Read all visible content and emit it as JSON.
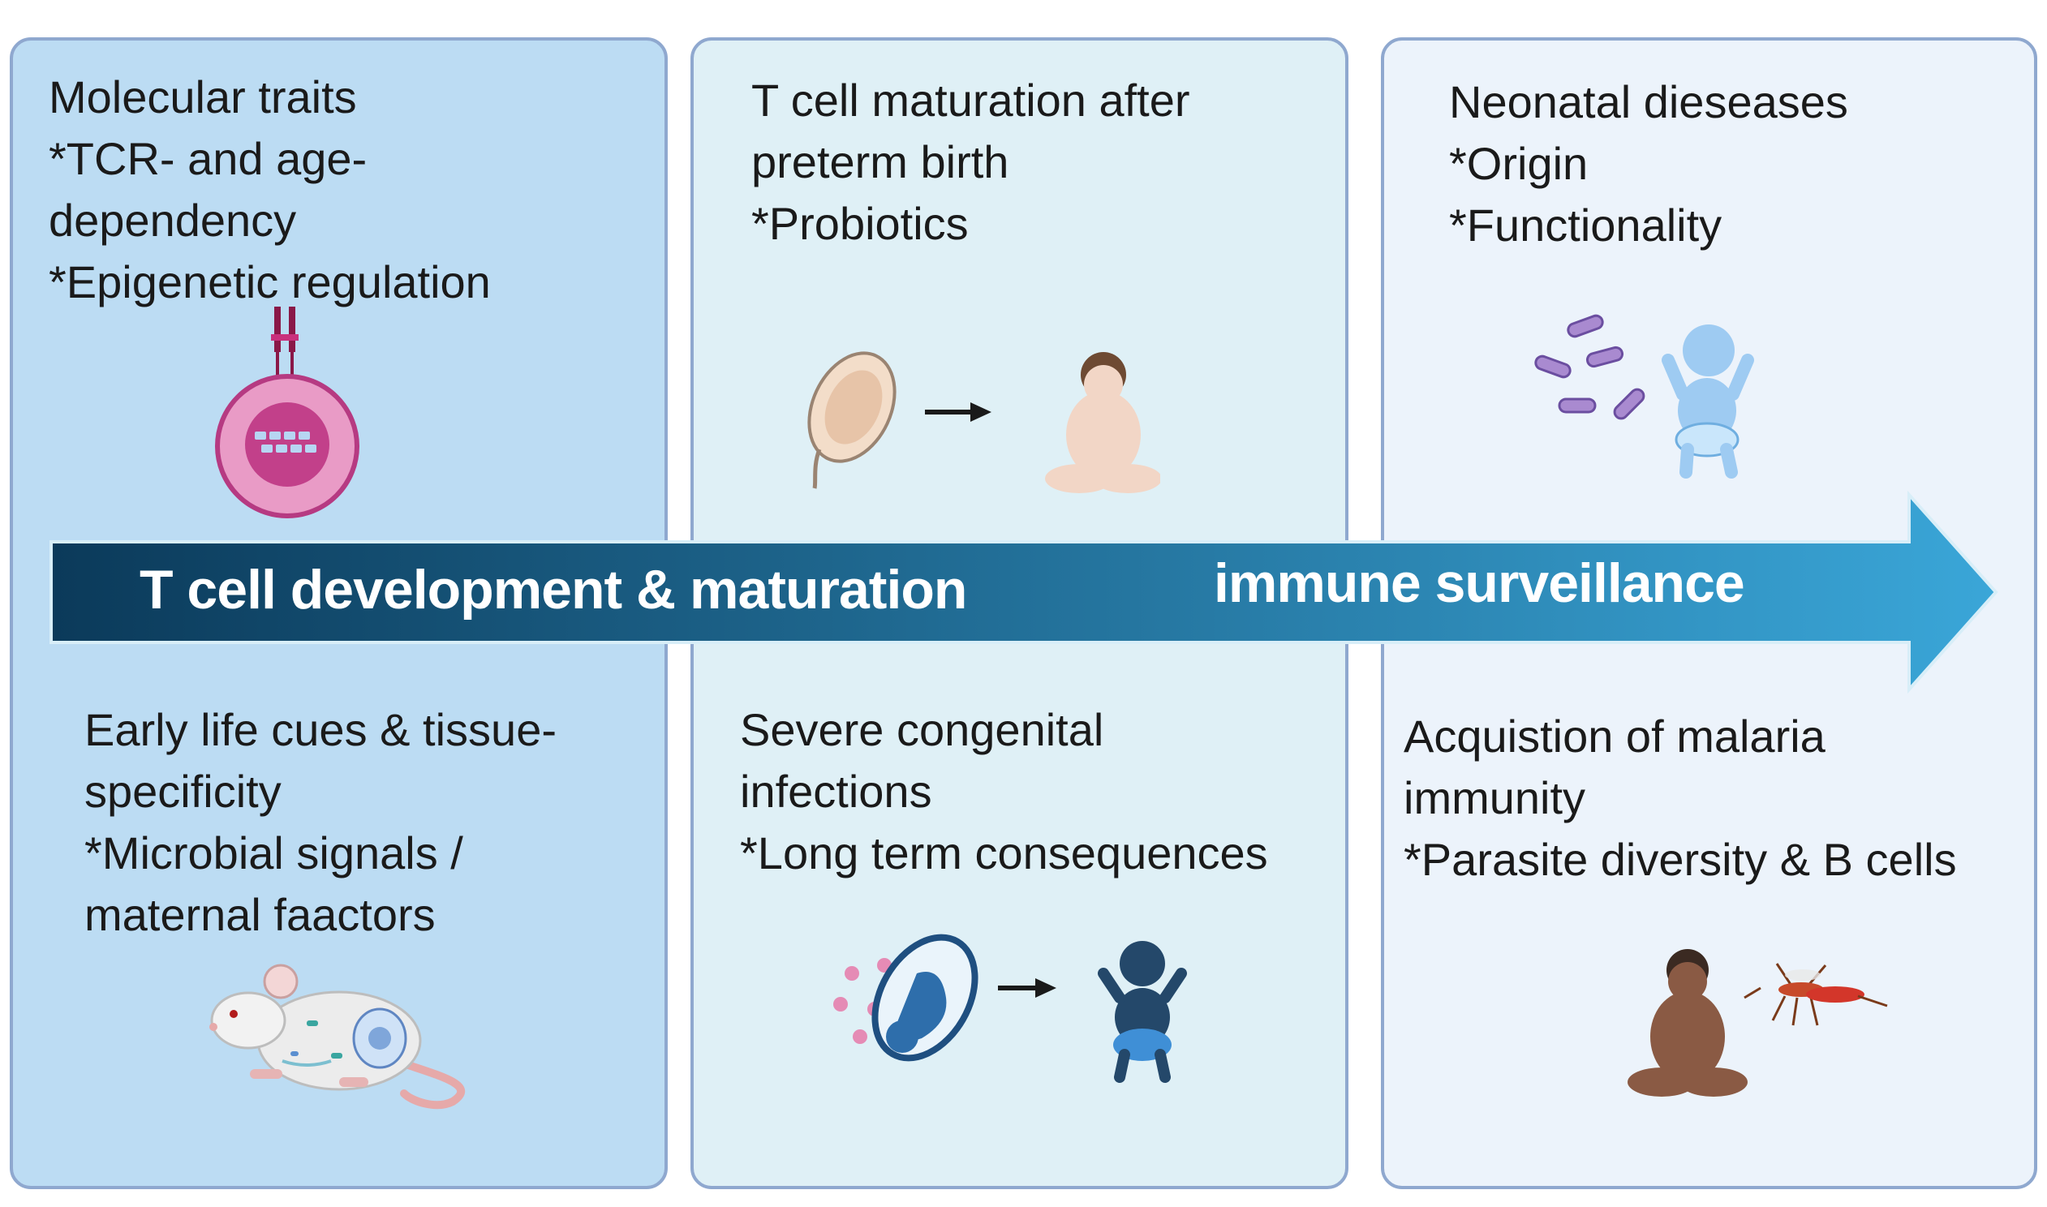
{
  "colors": {
    "panel_left": "#bcdcf3",
    "panel_mid": "#dff0f6",
    "panel_right": "#ecf3fb",
    "panel_border": "#8fa8cf",
    "arrow_start": "#0b3a5a",
    "arrow_end": "#3aa6d8"
  },
  "banner": {
    "left_label": "T cell development & maturation",
    "right_label": "immune surveillance"
  },
  "panels": {
    "left": {
      "top": [
        "Molecular traits",
        "*TCR- and age-",
        "dependency",
        "*Epigenetic regulation"
      ],
      "bottom": [
        "Early life cues & tissue-",
        "specificity",
        "*Microbial signals /",
        "maternal faactors"
      ],
      "top_icon": "t-cell-receptor-icon",
      "bottom_icon": "mouse-icon"
    },
    "middle": {
      "top": [
        "T cell maturation after",
        "preterm birth",
        "*Probiotics"
      ],
      "bottom": [
        "Severe congenital",
        "infections",
        "*Long term consequences"
      ],
      "top_icon": "fetus-to-infant-icon",
      "bottom_icon": "infected-fetus-to-sick-infant-icon"
    },
    "right": {
      "top": [
        "Neonatal dieseases",
        "*Origin",
        "*Functionality"
      ],
      "bottom": [
        "Acquistion of malaria",
        "immunity",
        "*Parasite diversity & B cells"
      ],
      "top_icon": "bacteria-and-sick-infant-icon",
      "bottom_icon": "infant-and-mosquito-icon"
    }
  }
}
